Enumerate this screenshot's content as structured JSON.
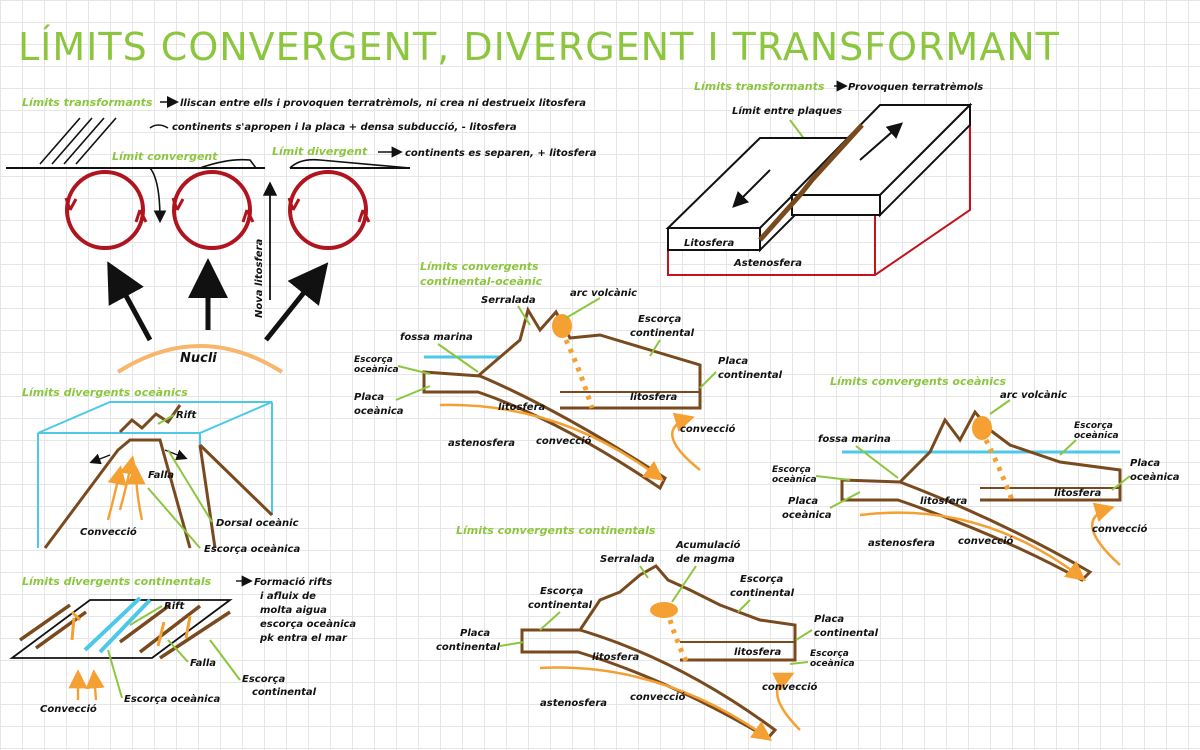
{
  "title": "LÍMITS CONVERGENT, DIVERGENT I TRANSFORMANT",
  "colors": {
    "accent": "#8cc63f",
    "crust": "#7a4a1f",
    "convection": "#f4a032",
    "ocean": "#4cc9e8",
    "mantle_cell": "#b0141e",
    "text": "#111111"
  },
  "overview": {
    "transform_label": "Límits transformants",
    "transform_desc_1": "lliscan entre ells i provoquen terratrèmols, ni crea ni destrueix litosfera",
    "transform_desc_2": "continents s'apropen i la placa + densa subducció, - litosfera",
    "convergent_label": "Límit convergent",
    "divergent_label": "Límit divergent",
    "divergent_desc": "continents es separen, + litosfera",
    "new_lithosphere": "Nova litosfera",
    "core": "Nucli"
  },
  "transform_block": {
    "title": "Límits transformants",
    "title_desc": "Provoquen terratrèmols",
    "fault": "Límit entre plaques",
    "lithosphere": "Litosfera",
    "asthenosphere": "Astenosfera"
  },
  "div_oceanic": {
    "title": "Límits divergents oceànics",
    "rift": "Rift",
    "fault": "Falla",
    "convection": "Convecció",
    "ocean_floor": "Dorsal oceànic",
    "oceanic_crust": "Escorça oceànica"
  },
  "div_continental": {
    "title": "Límits divergents continentals",
    "desc_1": "Formació rifts",
    "desc_2": "i afluix de",
    "desc_3": "molta aigua",
    "desc_4": "escorça oceànica",
    "desc_5": "pk entra el mar",
    "rift": "Rift",
    "fault": "Falla",
    "continental_crust_1": "Escorça",
    "continental_crust_2": "continental",
    "convection": "Convecció",
    "oceanic_crust": "Escorça oceànica"
  },
  "conv_co": {
    "title_1": "Límits convergents",
    "title_2": "continental-oceànic",
    "range": "Serralada",
    "arc": "arc volcànic",
    "trench": "fossa marina",
    "oc_crust_1": "Escorça",
    "oc_crust_2": "oceànica",
    "cont_crust_1": "Escorça",
    "cont_crust_2": "continental",
    "oc_plate_1": "Placa",
    "oc_plate_2": "oceànica",
    "cont_plate_1": "Placa",
    "cont_plate_2": "continental",
    "lithosphere_1": "litosfera",
    "lithosphere_2": "litosfera",
    "asthenosphere": "astenosfera",
    "convection_1": "convecció",
    "convection_2": "convecció"
  },
  "conv_oo": {
    "title": "Límits convergents oceànics",
    "arc": "arc volcànic",
    "trench": "fossa marina",
    "oc_crust_r_1": "Escorça",
    "oc_crust_r_2": "oceànica",
    "oc_crust_l_1": "Escorça",
    "oc_crust_l_2": "oceànica",
    "oc_plate_r_1": "Placa",
    "oc_plate_r_2": "oceànica",
    "oc_plate_l_1": "Placa",
    "oc_plate_l_2": "oceànica",
    "lithosphere_1": "litosfera",
    "lithosphere_2": "litosfera",
    "asthenosphere": "astenosfera",
    "convection_1": "convecció",
    "convection_2": "convecció"
  },
  "conv_cc": {
    "title": "Límits convergents continentals",
    "range": "Serralada",
    "magma_1": "Acumulació",
    "magma_2": "de magma",
    "cont_crust_l_1": "Escorça",
    "cont_crust_l_2": "continental",
    "cont_crust_r_1": "Escorça",
    "cont_crust_r_2": "continental",
    "cont_plate_l_1": "Placa",
    "cont_plate_l_2": "continental",
    "cont_plate_r_1": "Placa",
    "cont_plate_r_2": "continental",
    "oc_crust_1": "Escorça",
    "oc_crust_2": "oceànica",
    "lithosphere_1": "litosfera",
    "lithosphere_2": "litosfera",
    "asthenosphere": "astenosfera",
    "convection_1": "convecció",
    "convection_2": "convecció"
  }
}
